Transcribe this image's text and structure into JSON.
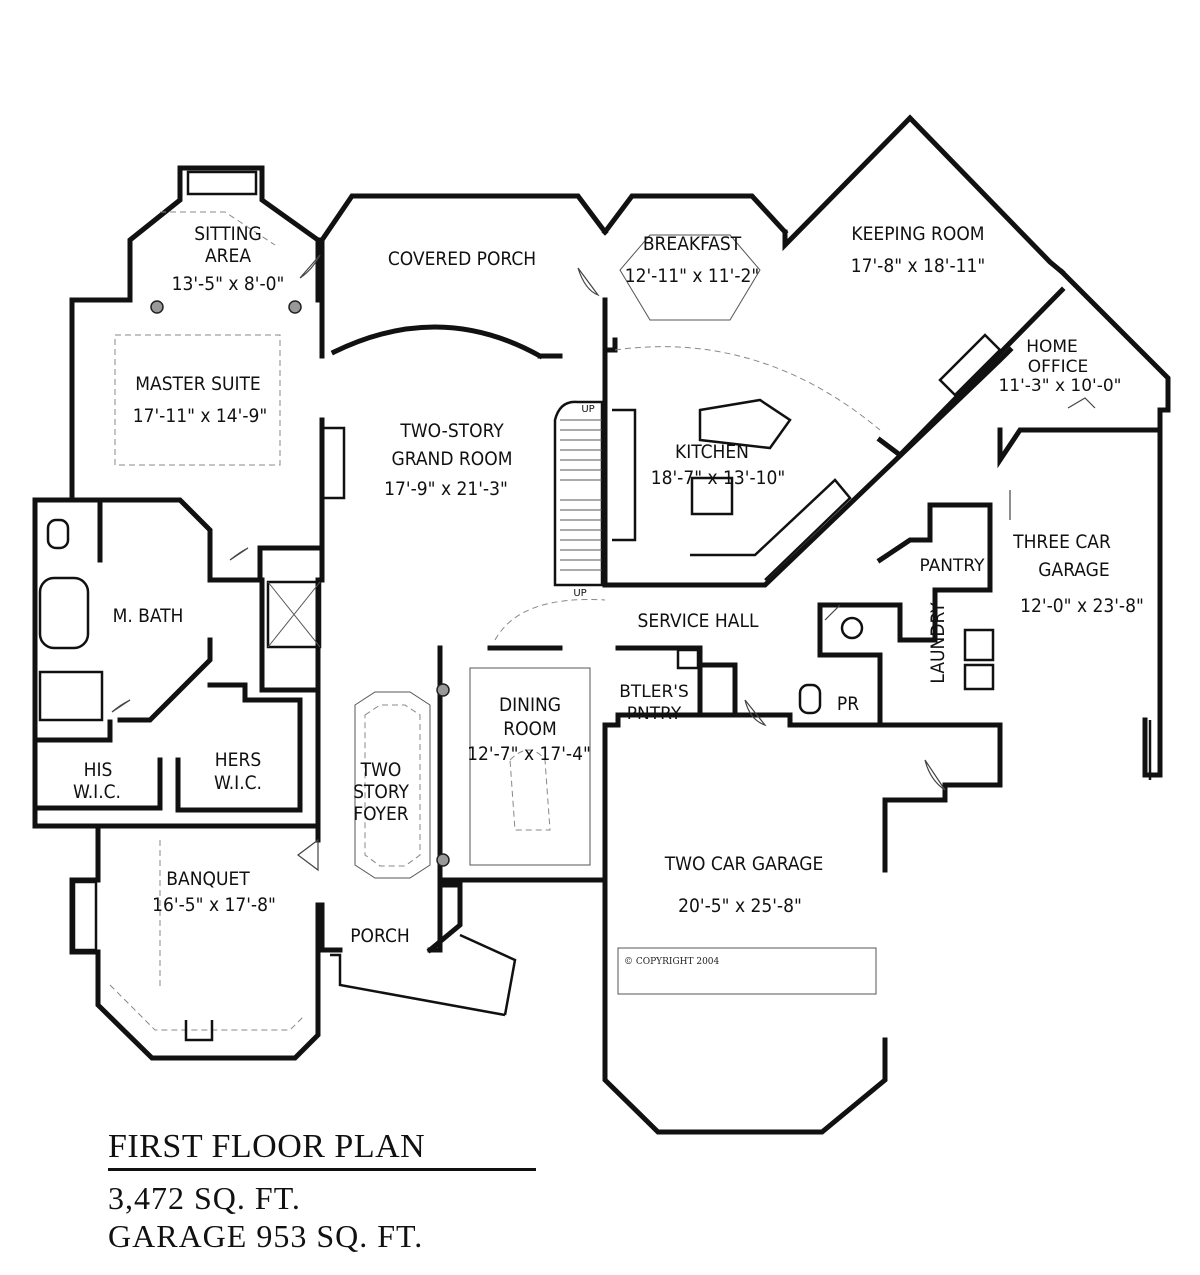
{
  "plan": {
    "rooms": {
      "sitting_area": {
        "name_l1": "SITTING",
        "name_l2": "AREA",
        "dims": "13'-5\" x 8'-0\""
      },
      "covered_porch": {
        "name": "COVERED PORCH"
      },
      "breakfast": {
        "name": "BREAKFAST",
        "dims": "12'-11\" x 11'-2\""
      },
      "keeping_room": {
        "name": "KEEPING ROOM",
        "dims": "17'-8\" x 18'-11\""
      },
      "home_office": {
        "name_l1": "HOME",
        "name_l2": "OFFICE",
        "dims": "11'-3\" x 10'-0\""
      },
      "master_suite": {
        "name": "MASTER SUITE",
        "dims": "17'-11\" x 14'-9\""
      },
      "grand_room": {
        "name_l1": "TWO-STORY",
        "name_l2": "GRAND ROOM",
        "dims": "17'-9\" x 21'-3\""
      },
      "kitchen": {
        "name": "KITCHEN",
        "dims": "18'-7\" x 13'-10\""
      },
      "three_car_garage": {
        "name_l1": "THREE CAR",
        "name_l2": "GARAGE",
        "dims": "12'-0\" x 23'-8\""
      },
      "pantry": {
        "name": "PANTRY"
      },
      "m_bath": {
        "name": "M. BATH"
      },
      "service_hall": {
        "name": "SERVICE HALL"
      },
      "laundry": {
        "name": "LAUNDRY"
      },
      "pr": {
        "name": "PR"
      },
      "dining_room": {
        "name_l1": "DINING",
        "name_l2": "ROOM",
        "dims": "12'-7\" x 17'-4\""
      },
      "butlers_pantry": {
        "name_l1": "BTLER'S",
        "name_l2": "PNTRY"
      },
      "his_wic": {
        "name_l1": "HIS",
        "name_l2": "W.I.C."
      },
      "hers_wic": {
        "name_l1": "HERS",
        "name_l2": "W.I.C."
      },
      "foyer": {
        "name_l1": "TWO",
        "name_l2": "STORY",
        "name_l3": "FOYER"
      },
      "banquet": {
        "name": "BANQUET",
        "dims": "16'-5\" x 17'-8\""
      },
      "porch": {
        "name": "PORCH"
      },
      "two_car_garage": {
        "name": "TWO CAR GARAGE",
        "dims": "20'-5\" x 25'-8\""
      }
    },
    "stair_labels": {
      "up_top": "UP",
      "up_bottom": "UP"
    },
    "copyright": "©  COPYRIGHT 2004"
  },
  "caption": {
    "title": "FIRST FLOOR PLAN",
    "sqft": "3,472  SQ. FT.",
    "garage": "GARAGE  953  SQ.  FT."
  }
}
